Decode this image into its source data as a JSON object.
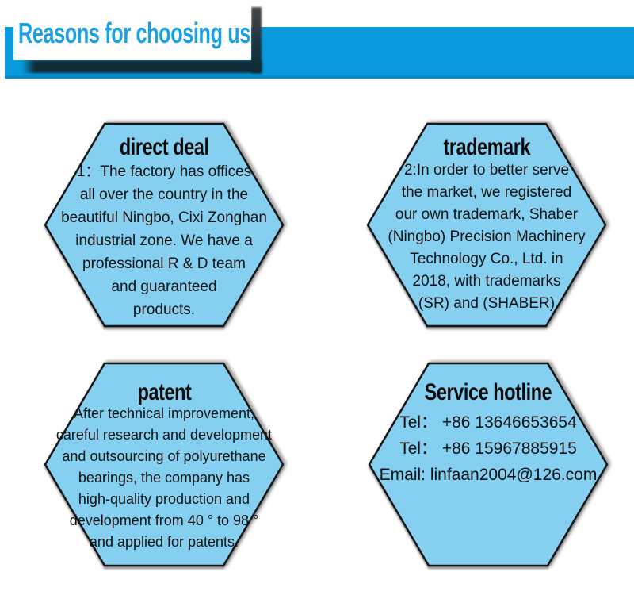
{
  "header": {
    "title": "Reasons for choosing us"
  },
  "colors": {
    "band": "#0999dc",
    "title_blue": "#1ba0e1",
    "shadow_navy": "#102a38",
    "hex_fill": "#85cff0",
    "hex_stroke": "#161616"
  },
  "hexagons": [
    {
      "id": "direct-deal",
      "title": "direct deal",
      "body": "1：The factory has offices\nall over the country in the\nbeautiful Ningbo, Cixi Zonghan\nindustrial zone. We have a\nprofessional R & D team\nand guaranteed\nproducts."
    },
    {
      "id": "trademark",
      "title": "trademark",
      "body": "2:In order to better serve\nthe market, we registered\nour own trademark, Shaber\n(Ningbo) Precision Machinery\nTechnology Co., Ltd. in\n2018, with trademarks\n(SR) and (SHABER)"
    },
    {
      "id": "patent",
      "title": "patent",
      "body": "After technical improvement,\ncareful research and development\nand outsourcing of polyurethane\nbearings, the company has\nhigh-quality production and\ndevelopment from 40 ° to 98 °\nand applied for patents."
    },
    {
      "id": "service-hotline",
      "title": "Service hotline",
      "body": "Tel： +86 13646653654\nTel： +86 15967885915\nEmail: linfaan2004@126.com"
    }
  ]
}
